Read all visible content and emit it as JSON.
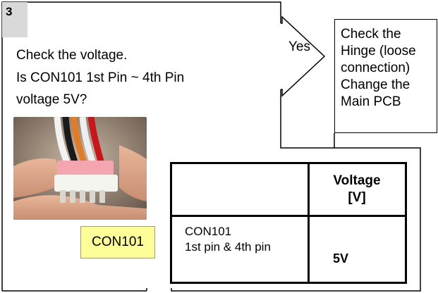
{
  "step": {
    "number": "3"
  },
  "question": {
    "lines": [
      "Check the voltage.",
      "Is CON101 1st Pin ~ 4th Pin",
      " voltage 5V?"
    ]
  },
  "photo": {
    "label": "CON101"
  },
  "branch": {
    "yes_label": "Yes"
  },
  "action": {
    "lines": [
      "Check the",
      "Hinge (loose",
      "connection)",
      "Change the",
      "Main PCB"
    ]
  },
  "voltage_table": {
    "header": {
      "item": "",
      "value_lines": [
        "Voltage",
        "[V]"
      ]
    },
    "rows": [
      {
        "item_lines": [
          "CON101",
          "1st pin & 4th pin"
        ],
        "value": "5V"
      }
    ]
  }
}
